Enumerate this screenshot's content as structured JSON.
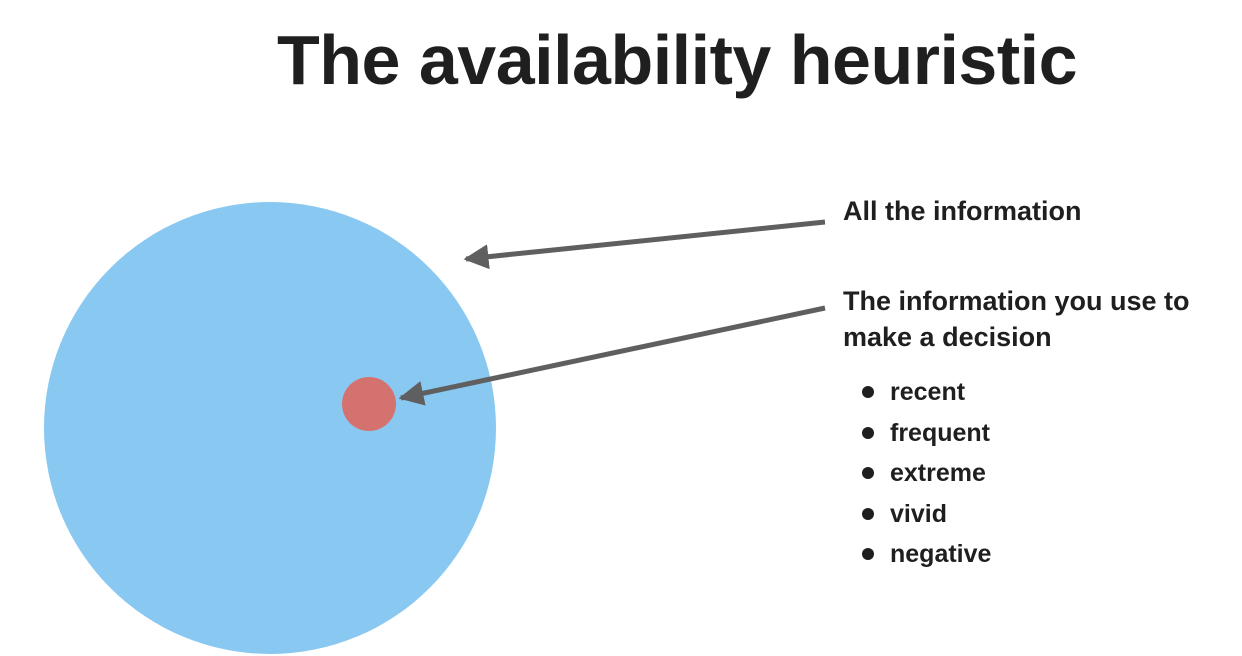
{
  "title": "The availability heuristic",
  "labels": {
    "all_information": "All the information",
    "used_information": "The information you use to make a decision"
  },
  "bullets": [
    "recent",
    "frequent",
    "extreme",
    "vivid",
    "negative"
  ],
  "colors": {
    "outer_circle": "#89c8f1",
    "inner_circle": "#d4726f",
    "arrow": "#5f5f5f",
    "text": "#1f1f1f"
  }
}
